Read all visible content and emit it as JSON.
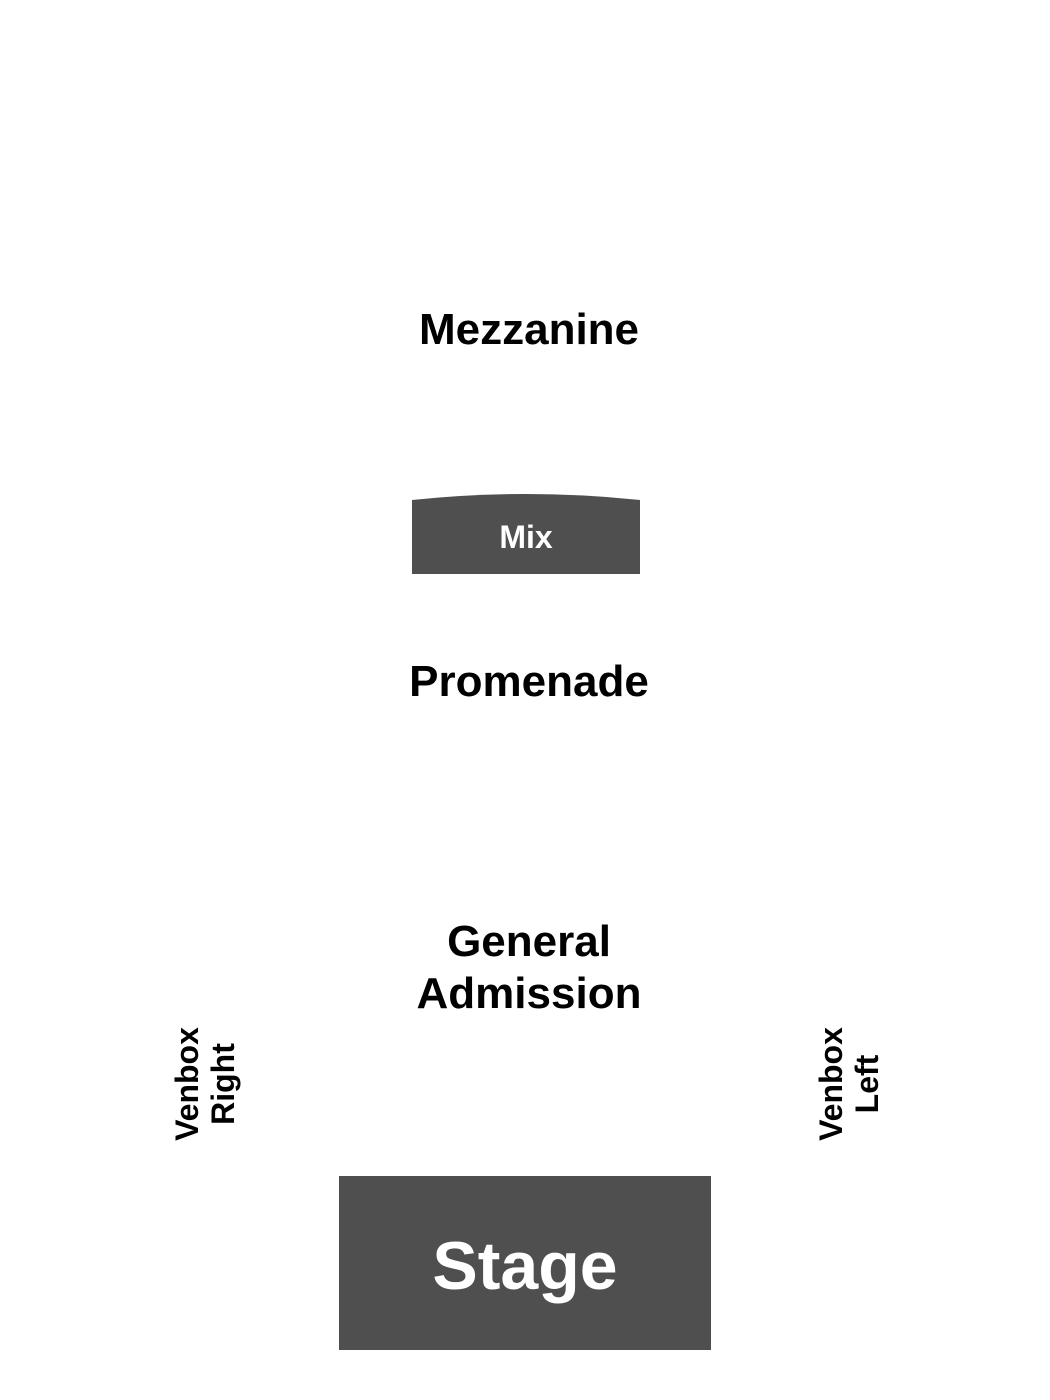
{
  "sections": {
    "mezzanine": "Mezzanine",
    "mix": "Mix",
    "promenade": "Promenade",
    "general_admission_line1": "General",
    "general_admission_line2": "Admission",
    "venbox_right_line1": "Venbox",
    "venbox_right_line2": "Right",
    "venbox_left_line1": "Venbox",
    "venbox_left_line2": "Left",
    "stage": "Stage"
  },
  "colors": {
    "block_fill": "#4f4f4f",
    "label_text": "#000000",
    "block_text": "#ffffff",
    "background": "#ffffff"
  }
}
